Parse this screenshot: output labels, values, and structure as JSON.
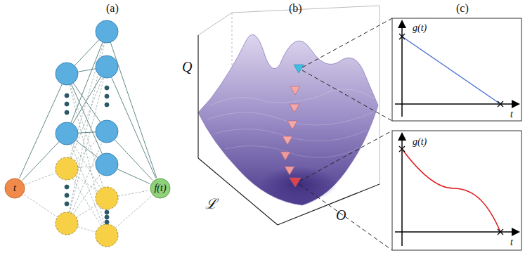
{
  "diagram": {
    "nodes": [
      {
        "text": [
          "t"
        ]
      },
      {
        "text": [
          "f(t)"
        ]
      }
    ],
    "labels": [
      "(a)",
      "(b)",
      "(c)",
      "Q",
      "ℒ",
      "O",
      "g(t)",
      "t",
      "g(t)",
      "t"
    ]
  }
}
